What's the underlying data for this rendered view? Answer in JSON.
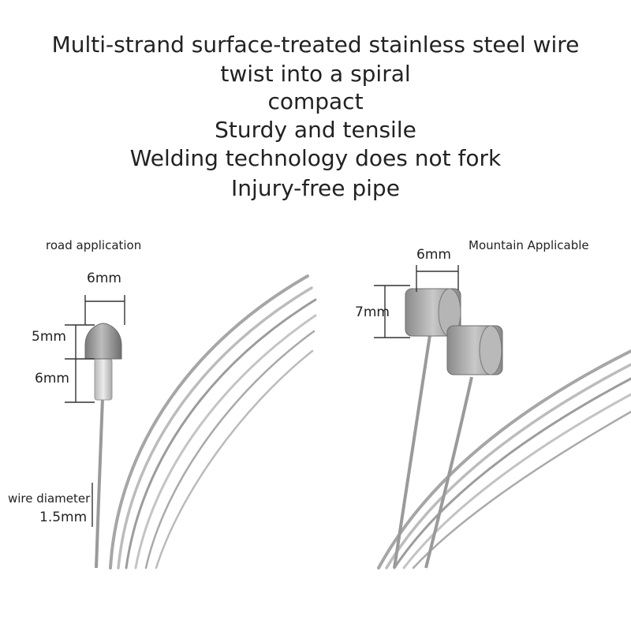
{
  "headline": {
    "line1": "Multi-strand surface-treated stainless steel wire",
    "line2": "twist into a spiral",
    "line3": "compact",
    "line4": "Sturdy and tensile",
    "line5": "Welding technology does not fork",
    "line6": "Injury-free pipe"
  },
  "road": {
    "title": "road application",
    "head_width": "6mm",
    "head_height": "5mm",
    "neck_height": "6mm",
    "wire_label": "wire diameter",
    "wire_diameter": "1.5mm"
  },
  "mountain": {
    "title": "Mountain Applicable",
    "head_width": "6mm",
    "head_height": "7mm"
  },
  "colors": {
    "text": "#222222",
    "steel": "#a9a9a9",
    "steel_dark": "#6f6f6f",
    "dimension_line": "#333333"
  }
}
